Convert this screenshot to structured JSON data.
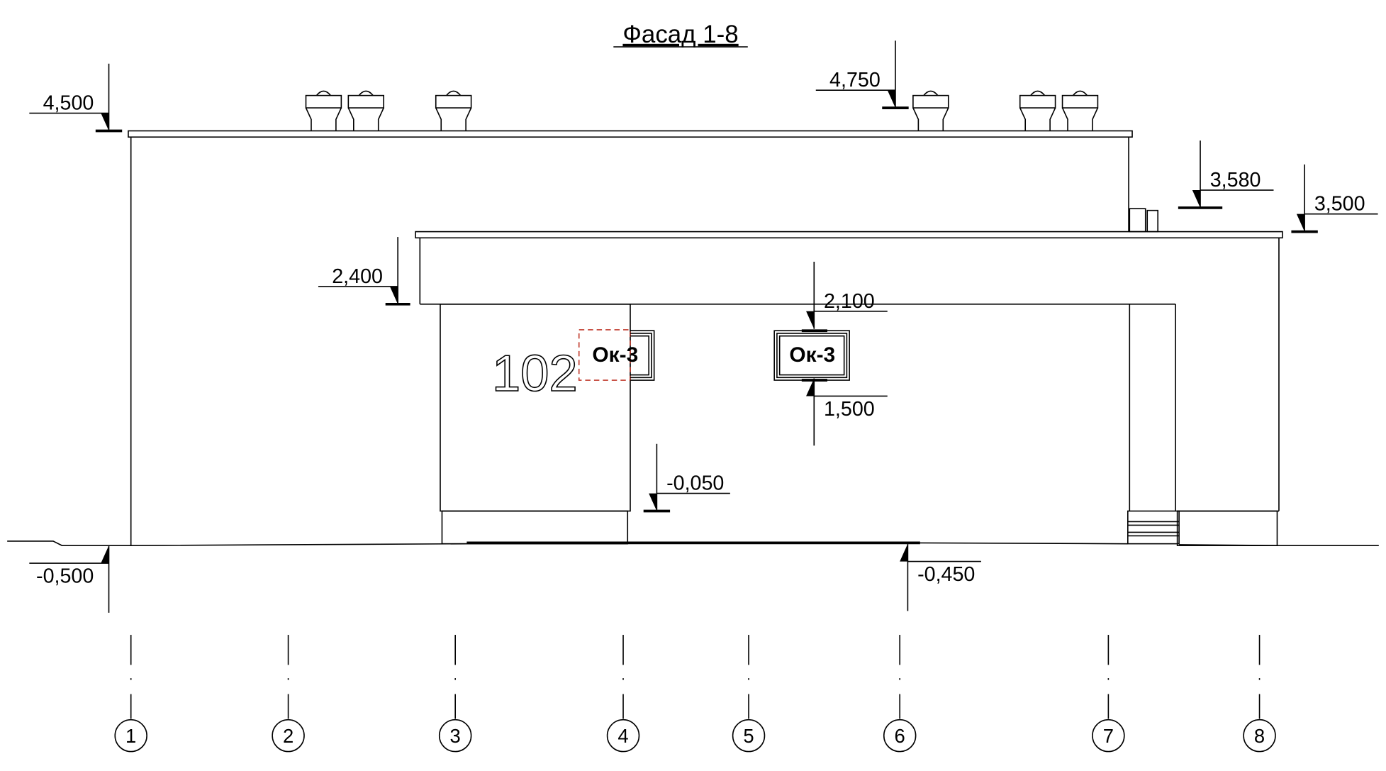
{
  "title": "Фасад 1-8",
  "room_number": "102",
  "windows": [
    {
      "label": "Ок-3"
    },
    {
      "label": "Ок-3"
    }
  ],
  "levels": {
    "roof_high": "4,500",
    "vent_top": "4,750",
    "parapet_step": "3,580",
    "roof_low": "3,500",
    "canopy": "2,400",
    "window_top": "2,100",
    "window_bottom": "1,500",
    "floor": "-0,050",
    "ground_left": "-0,500",
    "ground_mid": "-0,450"
  },
  "axes": [
    "1",
    "2",
    "3",
    "4",
    "5",
    "6",
    "7",
    "8"
  ],
  "colors": {
    "line": "#000000",
    "marker": "#c0392b"
  }
}
